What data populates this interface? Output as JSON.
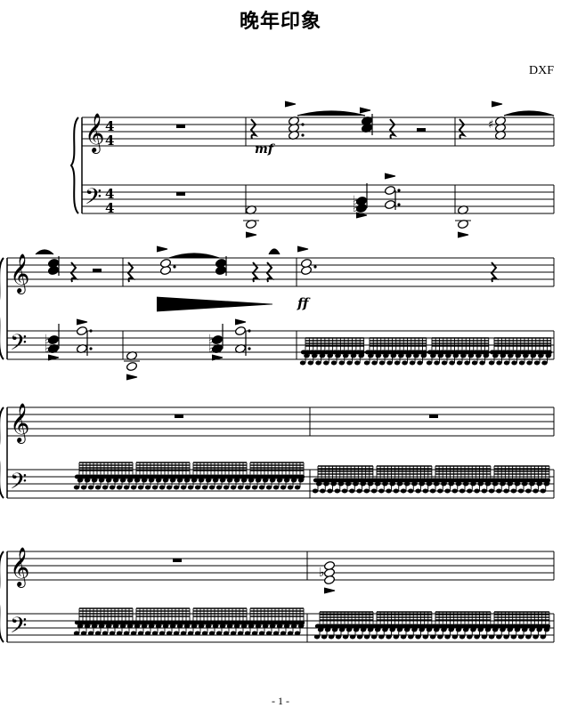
{
  "page": {
    "title": "晚年印象",
    "composer": "DXF",
    "page_number": "- 1 -"
  },
  "music": {
    "time_signature": "4/4",
    "dynamics": [
      "mf",
      "ff"
    ]
  }
}
